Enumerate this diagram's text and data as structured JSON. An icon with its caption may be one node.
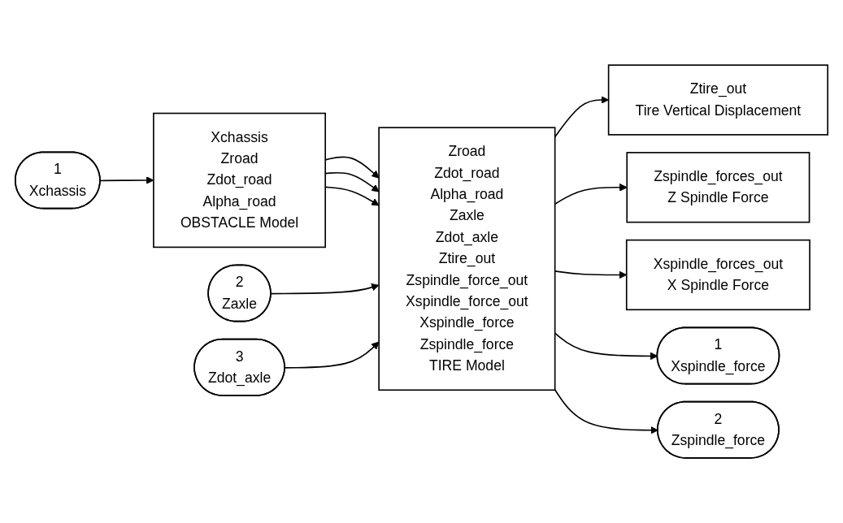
{
  "diagram": {
    "nodes": [
      {
        "text": [
          "1",
          "Xchassis"
        ]
      },
      {
        "text": [
          "Xchassis",
          "Zroad",
          "Zdot_road",
          "Alpha_road",
          "OBSTACLE Model"
        ]
      },
      {
        "text": [
          "2",
          "Zaxle"
        ]
      },
      {
        "text": [
          "3",
          "Zdot_axle"
        ]
      },
      {
        "text": [
          "Zroad",
          "Zdot_road",
          "Alpha_road",
          "Zaxle",
          "Zdot_axle",
          "Ztire_out",
          "Zspindle_force_out",
          "Xspindle_force_out",
          "Xspindle_force",
          "Zspindle_force",
          "TIRE Model"
        ]
      },
      {
        "text": [
          "Ztire_out",
          "Tire Vertical Displacement"
        ]
      },
      {
        "text": [
          "Zspindle_forces_out",
          "Z Spindle Force"
        ]
      },
      {
        "text": [
          "Xspindle_forces_out",
          "X Spindle Force"
        ]
      },
      {
        "text": [
          "1",
          "Xspindle_force"
        ]
      },
      {
        "text": [
          "2",
          "Zspindle_force"
        ]
      }
    ],
    "edges": [
      {
        "from": 0,
        "to": 1,
        "arrow": "to"
      },
      {
        "from": 1,
        "to": 4,
        "arrow": "to"
      },
      {
        "from": 1,
        "to": 4,
        "arrow": "to"
      },
      {
        "from": 1,
        "to": 4,
        "arrow": "to"
      },
      {
        "from": 2,
        "to": 4,
        "arrow": "to"
      },
      {
        "from": 3,
        "to": 4,
        "arrow": "to"
      },
      {
        "from": 4,
        "to": 5,
        "arrow": "to"
      },
      {
        "from": 4,
        "to": 6,
        "arrow": "to"
      },
      {
        "from": 4,
        "to": 7,
        "arrow": "to"
      },
      {
        "from": 4,
        "to": 8,
        "arrow": "to"
      },
      {
        "from": 4,
        "to": 9,
        "arrow": "to"
      }
    ]
  }
}
